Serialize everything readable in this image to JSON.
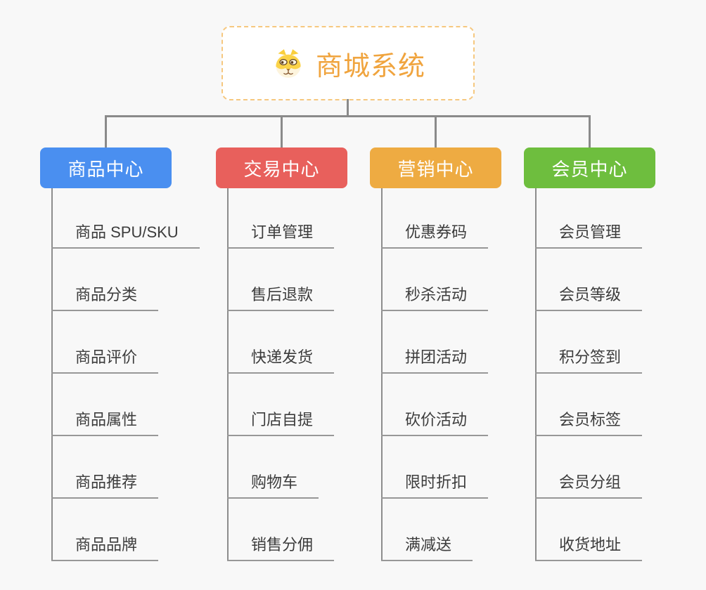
{
  "root": {
    "title": "商城系统",
    "icon": "dog-face-icon",
    "title_color": "#f0a43e",
    "border_color": "#f6c87f"
  },
  "connector_color": "#8a8a8a",
  "background_color": "#f8f8f8",
  "branches": [
    {
      "label": "商品中心",
      "color": "#4a8ff0",
      "items": [
        "商品 SPU/SKU",
        "商品分类",
        "商品评价",
        "商品属性",
        "商品推荐",
        "商品品牌"
      ]
    },
    {
      "label": "交易中心",
      "color": "#e8605c",
      "items": [
        "订单管理",
        "售后退款",
        "快递发货",
        "门店自提",
        "购物车",
        "销售分佣"
      ]
    },
    {
      "label": "营销中心",
      "color": "#eeab42",
      "items": [
        "优惠券码",
        "秒杀活动",
        "拼团活动",
        "砍价活动",
        "限时折扣",
        "满减送"
      ]
    },
    {
      "label": "会员中心",
      "color": "#6ebe3e",
      "items": [
        "会员管理",
        "会员等级",
        "积分签到",
        "会员标签",
        "会员分组",
        "收货地址"
      ]
    }
  ]
}
